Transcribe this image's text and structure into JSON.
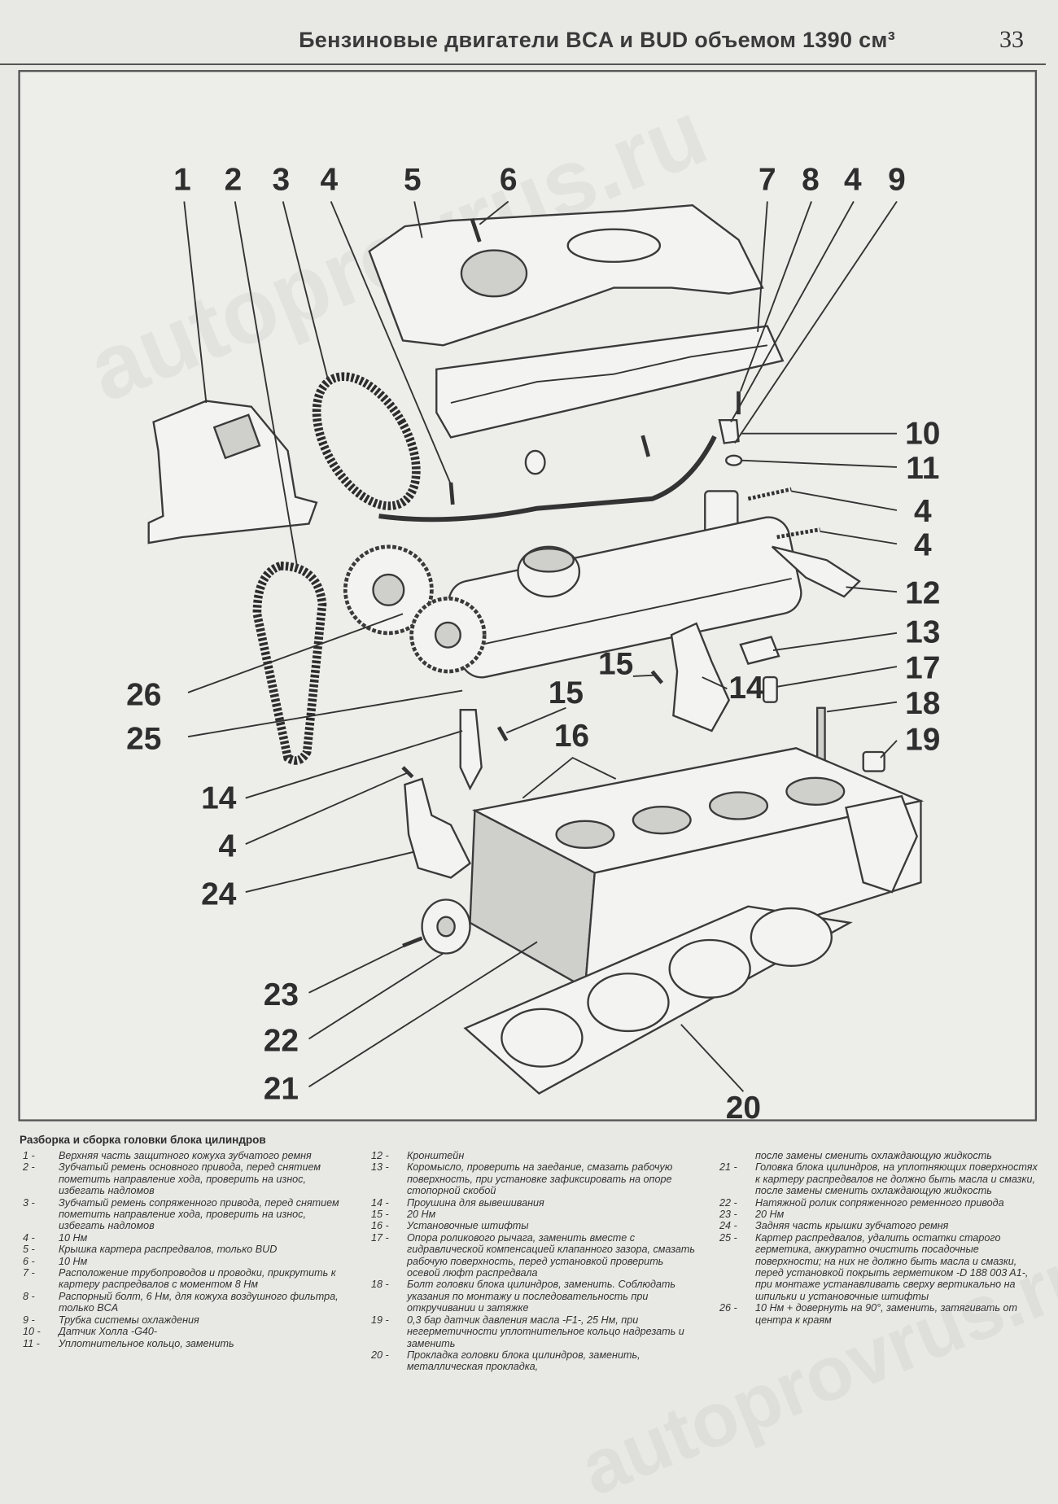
{
  "header": {
    "title": "Бензиновые двигатели BCA и BUD объемом 1390 см³",
    "page": "33"
  },
  "watermark": [
    "autoprovrus.ru",
    "autoprovrus.ru"
  ],
  "diagram": {
    "callouts": [
      "1",
      "2",
      "3",
      "4",
      "5",
      "6",
      "7",
      "8",
      "4",
      "9",
      "10",
      "11",
      "4",
      "4",
      "12",
      "13",
      "17",
      "18",
      "19",
      "26",
      "25",
      "15",
      "15",
      "14",
      "16",
      "14",
      "4",
      "24",
      "23",
      "22",
      "21",
      "20"
    ]
  },
  "caption": {
    "title": "Разборка и сборка головки блока цилиндров",
    "left": [
      {
        "n": "1 -",
        "t": "Верхняя часть защитного кожуха зубчатого ремня"
      },
      {
        "n": "2 -",
        "t": "Зубчатый ремень основного привода, перед снятием пометить направление хода, проверить на износ, избегать надломов"
      },
      {
        "n": "3 -",
        "t": "Зубчатый ремень сопряженного привода, перед снятием пометить направление хода, проверить на износ, избегать надломов"
      },
      {
        "n": "4 -",
        "t": "10 Нм"
      },
      {
        "n": "5 -",
        "t": "Крышка картера распредвалов, только BUD"
      },
      {
        "n": "6 -",
        "t": "10 Нм"
      },
      {
        "n": "7 -",
        "t": "Расположение трубопроводов и проводки, прикрутить к картеру распредвалов с моментом 8 Нм"
      },
      {
        "n": "8 -",
        "t": "Распорный болт, 6 Нм, для кожуха воздушного фильтра, только BCA"
      },
      {
        "n": "9 -",
        "t": "Трубка системы охлаждения"
      },
      {
        "n": "10 -",
        "t": "Датчик Холла -G40-"
      },
      {
        "n": "11 -",
        "t": "Уплотнительное кольцо, заменить"
      }
    ],
    "mid": [
      {
        "n": "12 -",
        "t": "Кронштейн"
      },
      {
        "n": "13 -",
        "t": "Коромысло, проверить на заедание, смазать рабочую поверхность, при установке зафиксировать на опоре стопорной скобой"
      },
      {
        "n": "14 -",
        "t": "Проушина для вывешивания"
      },
      {
        "n": "15 -",
        "t": "20 Нм"
      },
      {
        "n": "16 -",
        "t": "Установочные штифты"
      },
      {
        "n": "17 -",
        "t": "Опора роликового рычага, заменить вместе с гидравлической компенсацией клапанного зазора, смазать рабочую поверхность, перед установкой проверить осевой люфт распредвала"
      },
      {
        "n": "18 -",
        "t": "Болт головки блока цилиндров, заменить. Соблюдать указания по монтажу и последовательность при откручивании и затяжке"
      },
      {
        "n": "19 -",
        "t": "0,3 бар датчик давления масла -F1-, 25 Нм, при негерметичности уплотнительное кольцо надрезать и заменить"
      },
      {
        "n": "20 -",
        "t": "Прокладка головки блока цилиндров, заменить, металлическая прокладка,"
      }
    ],
    "right": [
      {
        "n": "",
        "t": "после замены сменить охлаждающую жидкость"
      },
      {
        "n": "21 -",
        "t": "Головка блока цилиндров, на уплотняющих поверхностях к картеру распредвалов не должно быть масла и смазки, после замены сменить охлаждающую жидкость"
      },
      {
        "n": "22 -",
        "t": "Натяжной ролик сопряженного ременного привода"
      },
      {
        "n": "23 -",
        "t": "20 Нм"
      },
      {
        "n": "24 -",
        "t": "Задняя часть крышки зубчатого ремня"
      },
      {
        "n": "25 -",
        "t": "Картер распредвалов, удалить остатки старого герметика, аккуратно очистить посадочные поверхности; на них не должно быть масла и смазки, перед установкой покрыть герметиком -D 188 003 A1-, при монтаже устанавливать сверху вертикально на шпильки и установочные штифты"
      },
      {
        "n": "26 -",
        "t": "10 Нм + довернуть на 90°, заменить, затягивать от центра к краям"
      }
    ]
  }
}
